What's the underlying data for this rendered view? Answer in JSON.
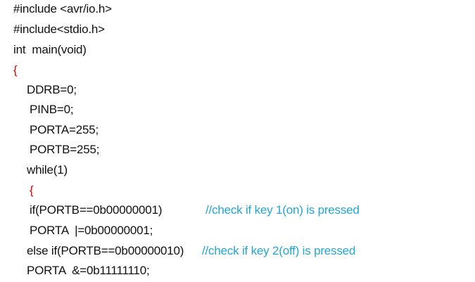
{
  "code_lines": [
    {
      "text": "#include <avr/io.h>",
      "color": "#111111"
    },
    {
      "text": "#include<stdio.h>",
      "color": "#111111"
    },
    {
      "text": "int  main(void)",
      "color": "#111111"
    },
    {
      "text": "{",
      "color": "#e00000"
    },
    {
      "text": "DDRB=0;",
      "color": "#111111"
    },
    {
      "text": "PINB=0;",
      "color": "#111111"
    },
    {
      "text": "PORTA=255;",
      "color": "#111111"
    },
    {
      "text": "PORTB=255;",
      "color": "#111111"
    },
    {
      "text": "while(1)",
      "color": "#111111"
    },
    {
      "text": "{",
      "color": "#e00000"
    },
    {
      "text": "if(PORTB==0b00000001)",
      "color": "#111111"
    },
    {
      "text": "PORTA  |=0b00000001;",
      "color": "#111111"
    },
    {
      "text": "else if(PORTB==0b00000010)",
      "color": "#111111"
    },
    {
      "text": "PORTA  &=0b11111110;",
      "color": "#111111"
    }
  ],
  "comments": [
    {
      "text": "//check if key 1(on) is pressed",
      "color": "#21a6d2"
    },
    {
      "text": "//check if key 2(off) is pressed",
      "color": "#21a6d2"
    }
  ]
}
